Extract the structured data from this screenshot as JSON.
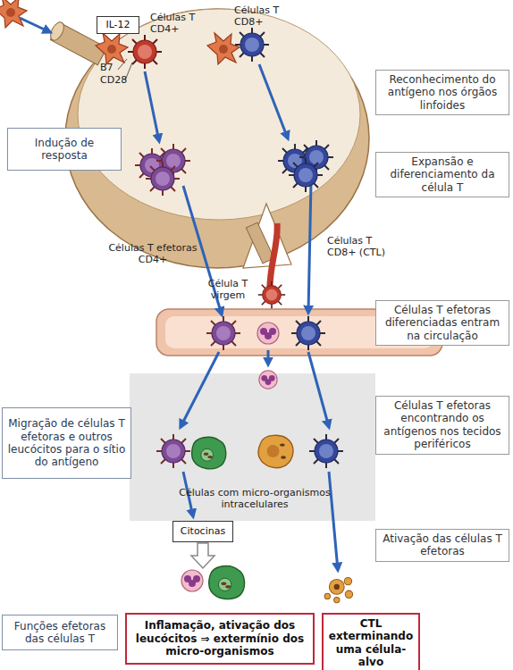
{
  "diagram": {
    "nodes": [
      {
        "text": [
          "IL-12"
        ]
      },
      {
        "text": [
          "Reconhecimento do antígeno nos órgãos linfoides"
        ]
      },
      {
        "text": [
          "Indução de resposta"
        ]
      },
      {
        "text": [
          "Expansão e diferenciamento da célula T"
        ]
      },
      {
        "text": [
          "Células T efetoras diferenciadas entram na circulação"
        ]
      },
      {
        "text": [
          "Migração de células T efetoras e outros leucócitos para o sítio do antígeno"
        ]
      },
      {
        "text": [
          "Células T efetoras encontrando os antígenos nos tecidos periféricos"
        ]
      },
      {
        "text": [
          "Citocinas"
        ]
      },
      {
        "text": [
          "Ativação das células T efetoras"
        ]
      },
      {
        "text": [
          "Funções efetoras das células T"
        ]
      },
      {
        "text": [
          "Inflamação, ativação dos leucócitos ⇒ extermínio dos micro-organismos"
        ]
      },
      {
        "text": [
          "CTL exterminando uma célula-alvo"
        ]
      }
    ],
    "labels": [
      "Células T CD4+",
      "Células T CD8+",
      "B7",
      "CD28",
      "Células T efetoras CD4+",
      "Célula T virgem",
      "Células T CD8+ (CTL)",
      "Células com micro-organismos intracelulares"
    ]
  }
}
